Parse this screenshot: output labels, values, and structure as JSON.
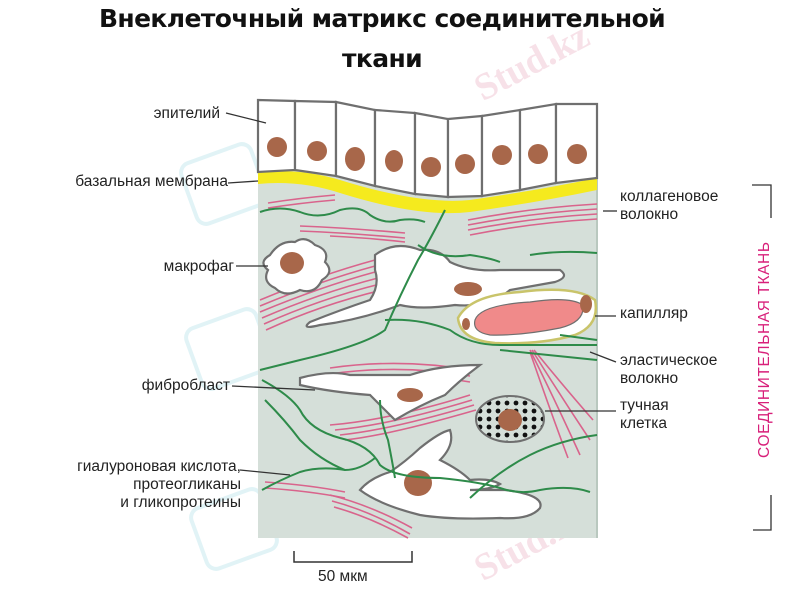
{
  "title": {
    "line1": "Внеклеточный матрикс соединительной",
    "line2": "ткани"
  },
  "labels": {
    "left": [
      {
        "id": "epithelium",
        "text": "эпителий"
      },
      {
        "id": "basal-membrane",
        "text": "базальная мембрана"
      },
      {
        "id": "macrophage",
        "text": "макрофаг"
      },
      {
        "id": "fibroblast",
        "text": "фибробласт"
      },
      {
        "id": "ground-substance",
        "lines": [
          "гиалуроновая кислота,",
          "протеогликаны",
          "и гликопротеины"
        ]
      }
    ],
    "right": [
      {
        "id": "collagen-fiber",
        "lines": [
          "коллагеновое",
          "волокно"
        ]
      },
      {
        "id": "capillary",
        "text": "капилляр"
      },
      {
        "id": "elastic-fiber",
        "lines": [
          "эластическое",
          "волокно"
        ]
      },
      {
        "id": "mast-cell",
        "lines": [
          "тучная",
          "клетка"
        ]
      }
    ]
  },
  "bracket_label": "СОЕДИНИТЕЛЬНАЯ ТКАНЬ",
  "scale_bar": {
    "text": "50 мкм"
  },
  "watermark": "Stud.kz",
  "colors": {
    "matrix_bg": "#d5dfd9",
    "basal_membrane": "#f5ea1e",
    "collagen": "#d9648c",
    "elastic": "#2e8b4a",
    "nucleus": "#a8674a",
    "outline": "#6f6f6f",
    "red_blood_cell": "#f08a8a",
    "bracket_text": "#d8207a"
  }
}
